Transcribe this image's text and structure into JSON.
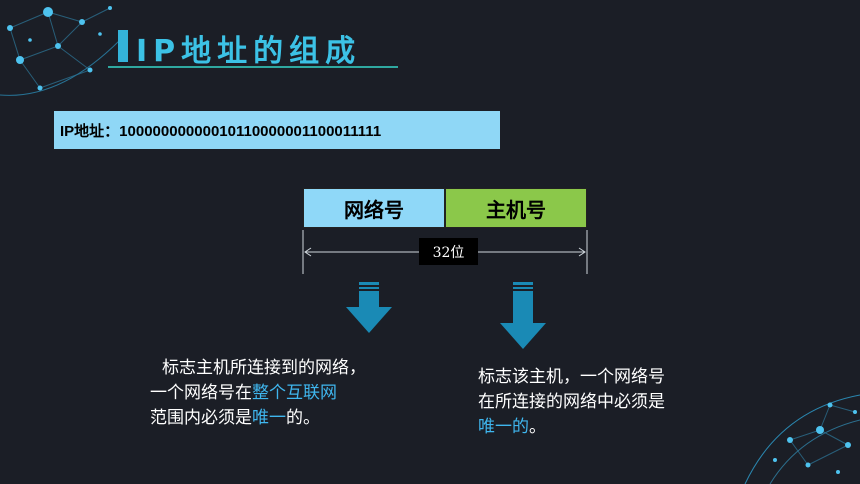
{
  "title": "IP地址的组成",
  "ip_address": "IP地址：10000000000010110000001100011111",
  "segments": {
    "network": "网络号",
    "host": "主机号"
  },
  "bits_label": "32位",
  "network_desc": {
    "line1": "标志主机所连接到的网络，",
    "line2_prefix": "一个网络号在",
    "line2_highlight": "整个互联网",
    "line3_prefix": "范围内必须是",
    "line3_highlight": "唯一",
    "line3_suffix": "的。"
  },
  "host_desc": {
    "line1": "标志该主机，一个网络号",
    "line2": "在所连接的网络中必须是",
    "line3_highlight": "唯一的",
    "line3_suffix": "。"
  },
  "colors": {
    "title": "#3cc2e6",
    "network_segment": "#8fd8f8",
    "host_segment": "#8bc84a",
    "arrow": "#1a8ab5",
    "highlight": "#3fb6ee"
  }
}
